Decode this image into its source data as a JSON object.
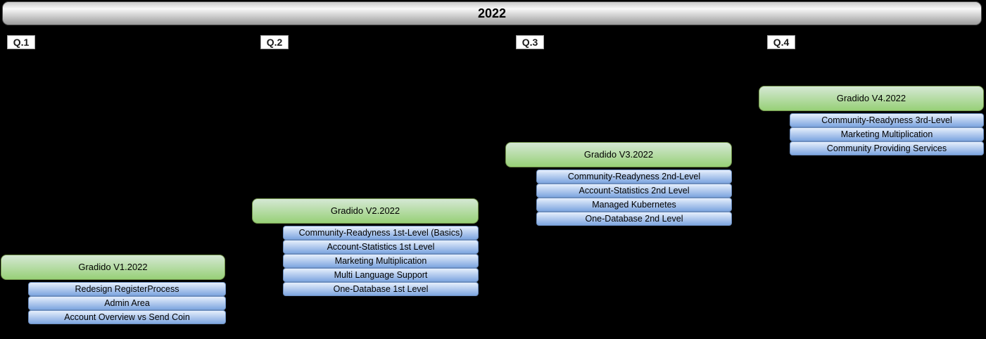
{
  "title": "2022",
  "colors": {
    "background": "#000000",
    "year_bar_top": "#c9c9c9",
    "year_bar_mid": "#f7f7f7",
    "year_bar_bottom": "#9c9c9c",
    "year_bar_border": "#4d4d4d",
    "version_box_top": "#d5e8d4",
    "version_box_bottom": "#97d077",
    "version_box_border": "#719349",
    "feature_box_top": "#e6effc",
    "feature_box_bottom": "#7ea6e0",
    "feature_box_border": "#6c8ebf",
    "quarter_label_bg": "#ffffff"
  },
  "quarters": [
    {
      "label": "Q.1",
      "version": "Gradido V1.2022",
      "items": [
        "Redesign RegisterProcess",
        "Admin Area",
        "Account Overview vs Send Coin"
      ]
    },
    {
      "label": "Q.2",
      "version": "Gradido V2.2022",
      "items": [
        "Community-Readyness 1st-Level (Basics)",
        "Account-Statistics 1st Level",
        "Marketing Multiplication",
        "Multi Language Support",
        "One-Database 1st Level"
      ]
    },
    {
      "label": "Q.3",
      "version": "Gradido V3.2022",
      "items": [
        "Community-Readyness 2nd-Level",
        "Account-Statistics 2nd Level",
        "Managed Kubernetes",
        "One-Database 2nd Level"
      ]
    },
    {
      "label": "Q.4",
      "version": "Gradido V4.2022",
      "items": [
        "Community-Readyness 3rd-Level",
        "Marketing Multiplication",
        "Community Providing Services"
      ]
    }
  ]
}
